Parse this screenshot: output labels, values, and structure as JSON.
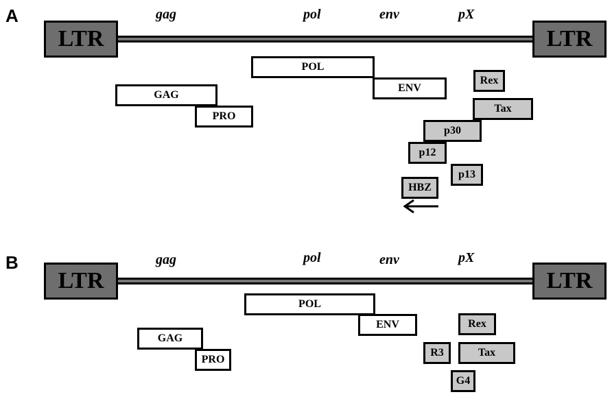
{
  "panel_a": {
    "label": "A",
    "genes": {
      "gag": "gag",
      "pol": "pol",
      "env": "env",
      "px": "pX"
    },
    "ltr_left": "LTR",
    "ltr_right": "LTR",
    "orfs": {
      "pol": "POL",
      "gag": "GAG",
      "env": "ENV",
      "pro": "PRO",
      "rex": "Rex",
      "tax": "Tax",
      "p30": "p30",
      "p12": "p12",
      "p13": "p13",
      "hbz": "HBZ"
    }
  },
  "panel_b": {
    "label": "B",
    "genes": {
      "gag": "gag",
      "pol": "pol",
      "env": "env",
      "px": "pX"
    },
    "ltr_left": "LTR",
    "ltr_right": "LTR",
    "orfs": {
      "pol": "POL",
      "env": "ENV",
      "gag": "GAG",
      "pro": "PRO",
      "rex": "Rex",
      "r3": "R3",
      "tax": "Tax",
      "g4": "G4"
    }
  },
  "colors": {
    "ltr": "#6e6e6e",
    "line": "#777777",
    "accessory": "#c8c8c8",
    "structural": "#ffffff"
  }
}
